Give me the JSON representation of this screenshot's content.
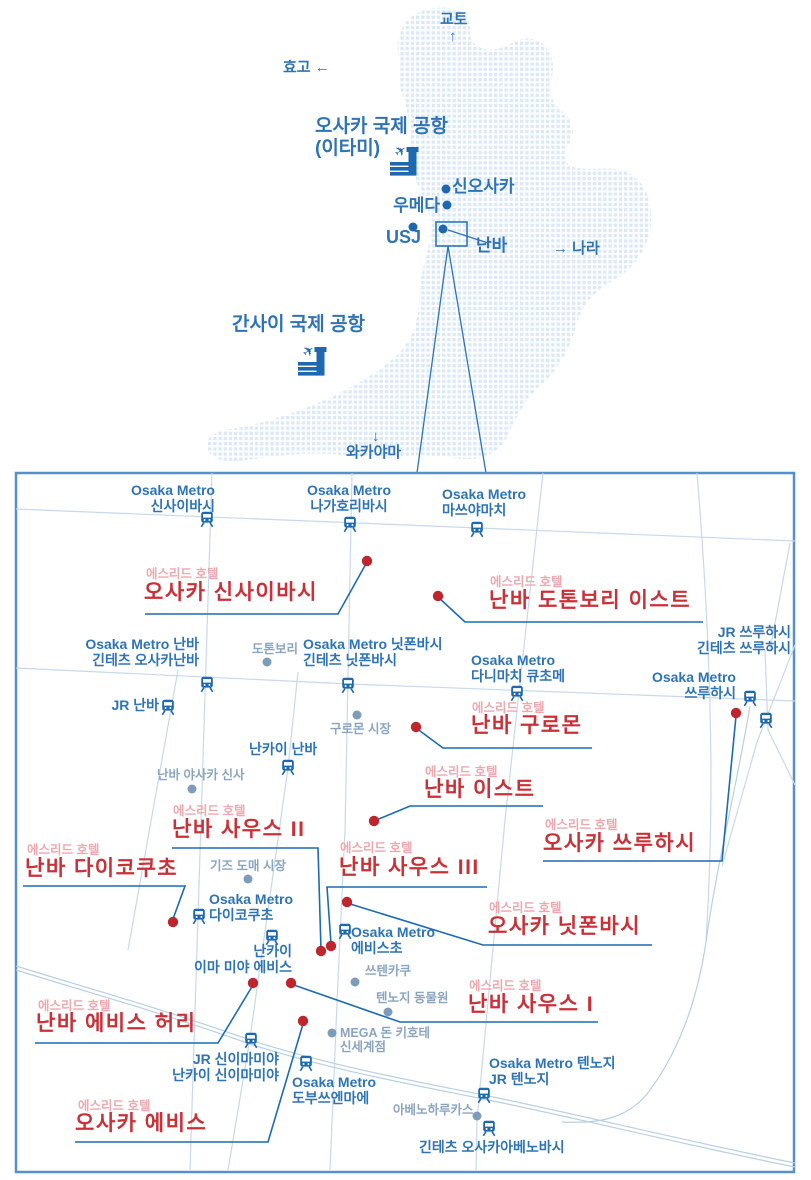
{
  "overview": {
    "kyoto": "교토",
    "kyoto_arrow": "↑",
    "hyogo": "효고 ←",
    "nara": "→ 나라",
    "wakayama_arrow": "↓",
    "wakayama": "와카야마",
    "itami_l1": "오사카 국제 공항",
    "itami_l2": "(이타미)",
    "kansai": "간사이 국제 공항",
    "shinosaka": "신오사카",
    "umeda": "우메다",
    "usj": "USJ",
    "namba": "난바"
  },
  "detail": {
    "stations": [
      {
        "l1": "Osaka Metro",
        "l2": "신사이바시"
      },
      {
        "l1": "Osaka Metro",
        "l2": "나가호리바시"
      },
      {
        "l1": "Osaka Metro",
        "l2": "마쓰야마치"
      },
      {
        "l1": "Osaka Metro 난바",
        "l2": "긴테츠 오사카난바"
      },
      {
        "l1": "Osaka Metro 닛폰바시",
        "l2": "긴테츠 닛폰바시"
      },
      {
        "l1": "Osaka Metro",
        "l2": "다니마치 큐초메"
      },
      {
        "l1": "Osaka Metro",
        "l2": "쓰루하시"
      },
      {
        "l1": "JR 쓰루하시",
        "l2": "긴테츠 쓰루하시"
      },
      {
        "l1": "JR 난바"
      },
      {
        "l1": "난카이 난바"
      },
      {
        "l1": "Osaka Metro",
        "l2": "다이코쿠초"
      },
      {
        "l1": "난카이",
        "l2": "이마 미야 에비스"
      },
      {
        "l1": "Osaka Metro",
        "l2": "에비스초"
      },
      {
        "l1": "JR 신이마미야",
        "l2": "난카이 신이마미야"
      },
      {
        "l1": "Osaka Metro",
        "l2": "도부쓰엔마에"
      },
      {
        "l1": "Osaka Metro 텐노지",
        "l2": "JR 텐노지"
      },
      {
        "l1": "긴테츠 오사카아베노바시"
      }
    ],
    "landmarks": [
      {
        "l1": "도톤보리"
      },
      {
        "l1": "구로몬 시장"
      },
      {
        "l1": "난바 야사카 신사"
      },
      {
        "l1": "기즈 도매 시장"
      },
      {
        "l1": "쓰텐카쿠"
      },
      {
        "l1": "텐노지 동물원"
      },
      {
        "l1": "MEGA 돈 키호테",
        "l2": "신세계점"
      },
      {
        "l1": "아베노하루카스"
      }
    ],
    "hotels": [
      {
        "brand": "에스리드 호텔",
        "name": "오사카 신사이바시"
      },
      {
        "brand": "에스리드 호텔",
        "name": "난바 도톤보리 이스트"
      },
      {
        "brand": "에스리드 호텔",
        "name": "난바 구로몬"
      },
      {
        "brand": "에스리드 호텔",
        "name": "난바 이스트"
      },
      {
        "brand": "에스리드 호텔",
        "name": "오사카 쓰루하시"
      },
      {
        "brand": "에스리드 호텔",
        "name": "난바 사우스 II"
      },
      {
        "brand": "에스리드 호텔",
        "name": "난바 다이코쿠초"
      },
      {
        "brand": "에스리드 호텔",
        "name": "난바 사우스 III"
      },
      {
        "brand": "에스리드 호텔",
        "name": "오사카 닛폰바시"
      },
      {
        "brand": "에스리드 호텔",
        "name": "난바 에비스 허리"
      },
      {
        "brand": "에스리드 호텔",
        "name": "난바 사우스 I"
      },
      {
        "brand": "에스리드 호텔",
        "name": "오사카 에비스"
      }
    ]
  },
  "icons": {
    "plane_glyph": "✈"
  },
  "colors": {
    "accent_blue": "#2e74b5",
    "icon_blue": "#1e68b0",
    "connector_blue": "#1c6ab3",
    "hotel_red": "#c93138",
    "dot_red": "#c0242d",
    "brand_pink": "#ecaab0",
    "landmark_gray": "#8ba5bf",
    "street": "#c7d9ea",
    "map_dots": "#dce9f6",
    "border_blue": "#5590c8"
  }
}
